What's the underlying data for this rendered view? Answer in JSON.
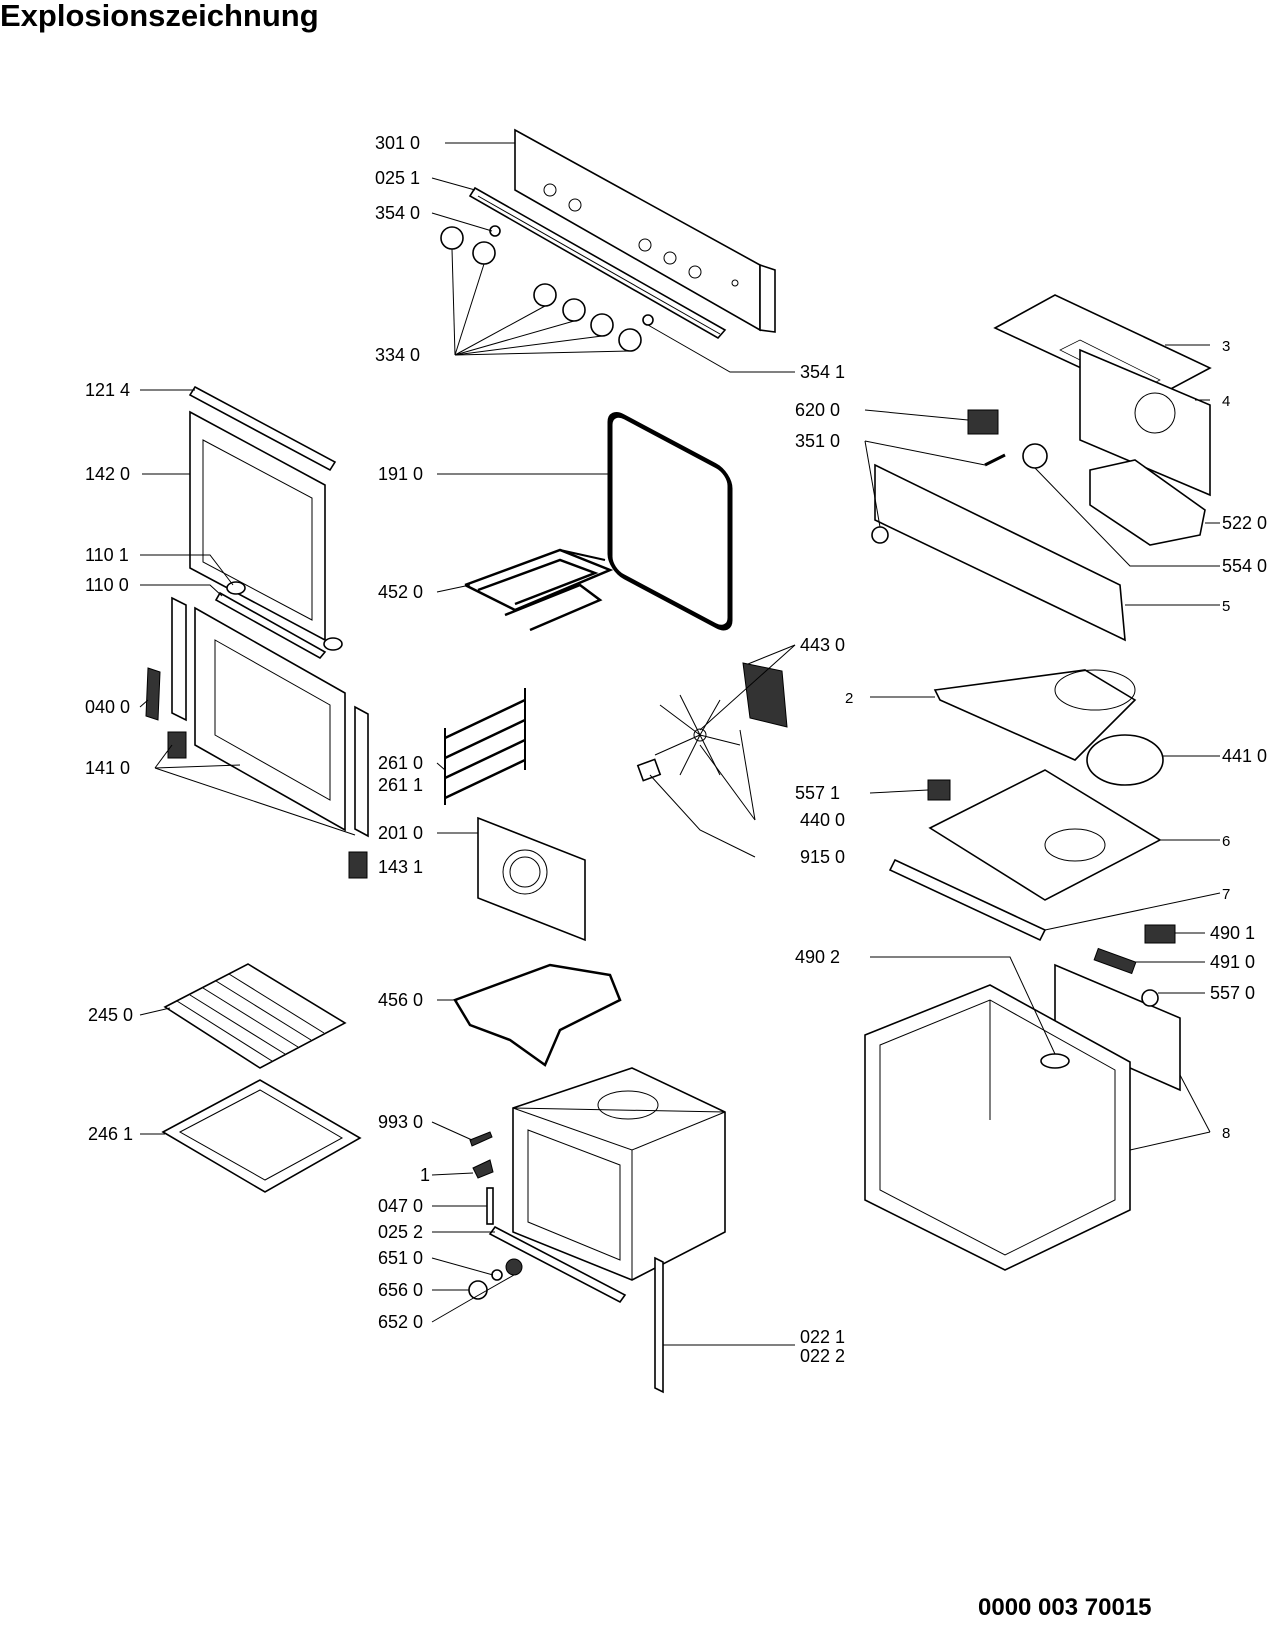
{
  "page": {
    "title": "Explosionszeichnung",
    "document_number": "0000 003 70015"
  },
  "labels": {
    "p3010": "301 0",
    "p0251": "025 1",
    "p3540": "354 0",
    "p3340": "334 0",
    "p3541": "354 1",
    "p1214": "121 4",
    "p1420": "142 0",
    "p1910": "191 0",
    "p1101": "110 1",
    "p1100": "110 0",
    "p4520": "452 0",
    "p0400": "040 0",
    "p1410": "141 0",
    "p2610": "261 0",
    "p2611": "261 1",
    "p2010": "201 0",
    "p1431": "143 1",
    "p2450": "245 0",
    "p4560": "456 0",
    "p2461": "246 1",
    "p9930": "993 0",
    "p1": "1",
    "p0470": "047 0",
    "p0252": "025 2",
    "p6510": "651 0",
    "p6560": "656 0",
    "p6520": "652 0",
    "p0221": "022 1",
    "p0222": "022 2",
    "p3": "3",
    "p4": "4",
    "p6200": "620 0",
    "p3510": "351 0",
    "p5220": "522 0",
    "p5540": "554 0",
    "p5": "5",
    "p4430": "443 0",
    "p2": "2",
    "p4410": "441 0",
    "p5571": "557 1",
    "p4400": "440 0",
    "p9150": "915 0",
    "p6": "6",
    "p7": "7",
    "p4901": "490 1",
    "p4910": "491 0",
    "p4902": "490 2",
    "p5570": "557 0",
    "p8": "8"
  }
}
